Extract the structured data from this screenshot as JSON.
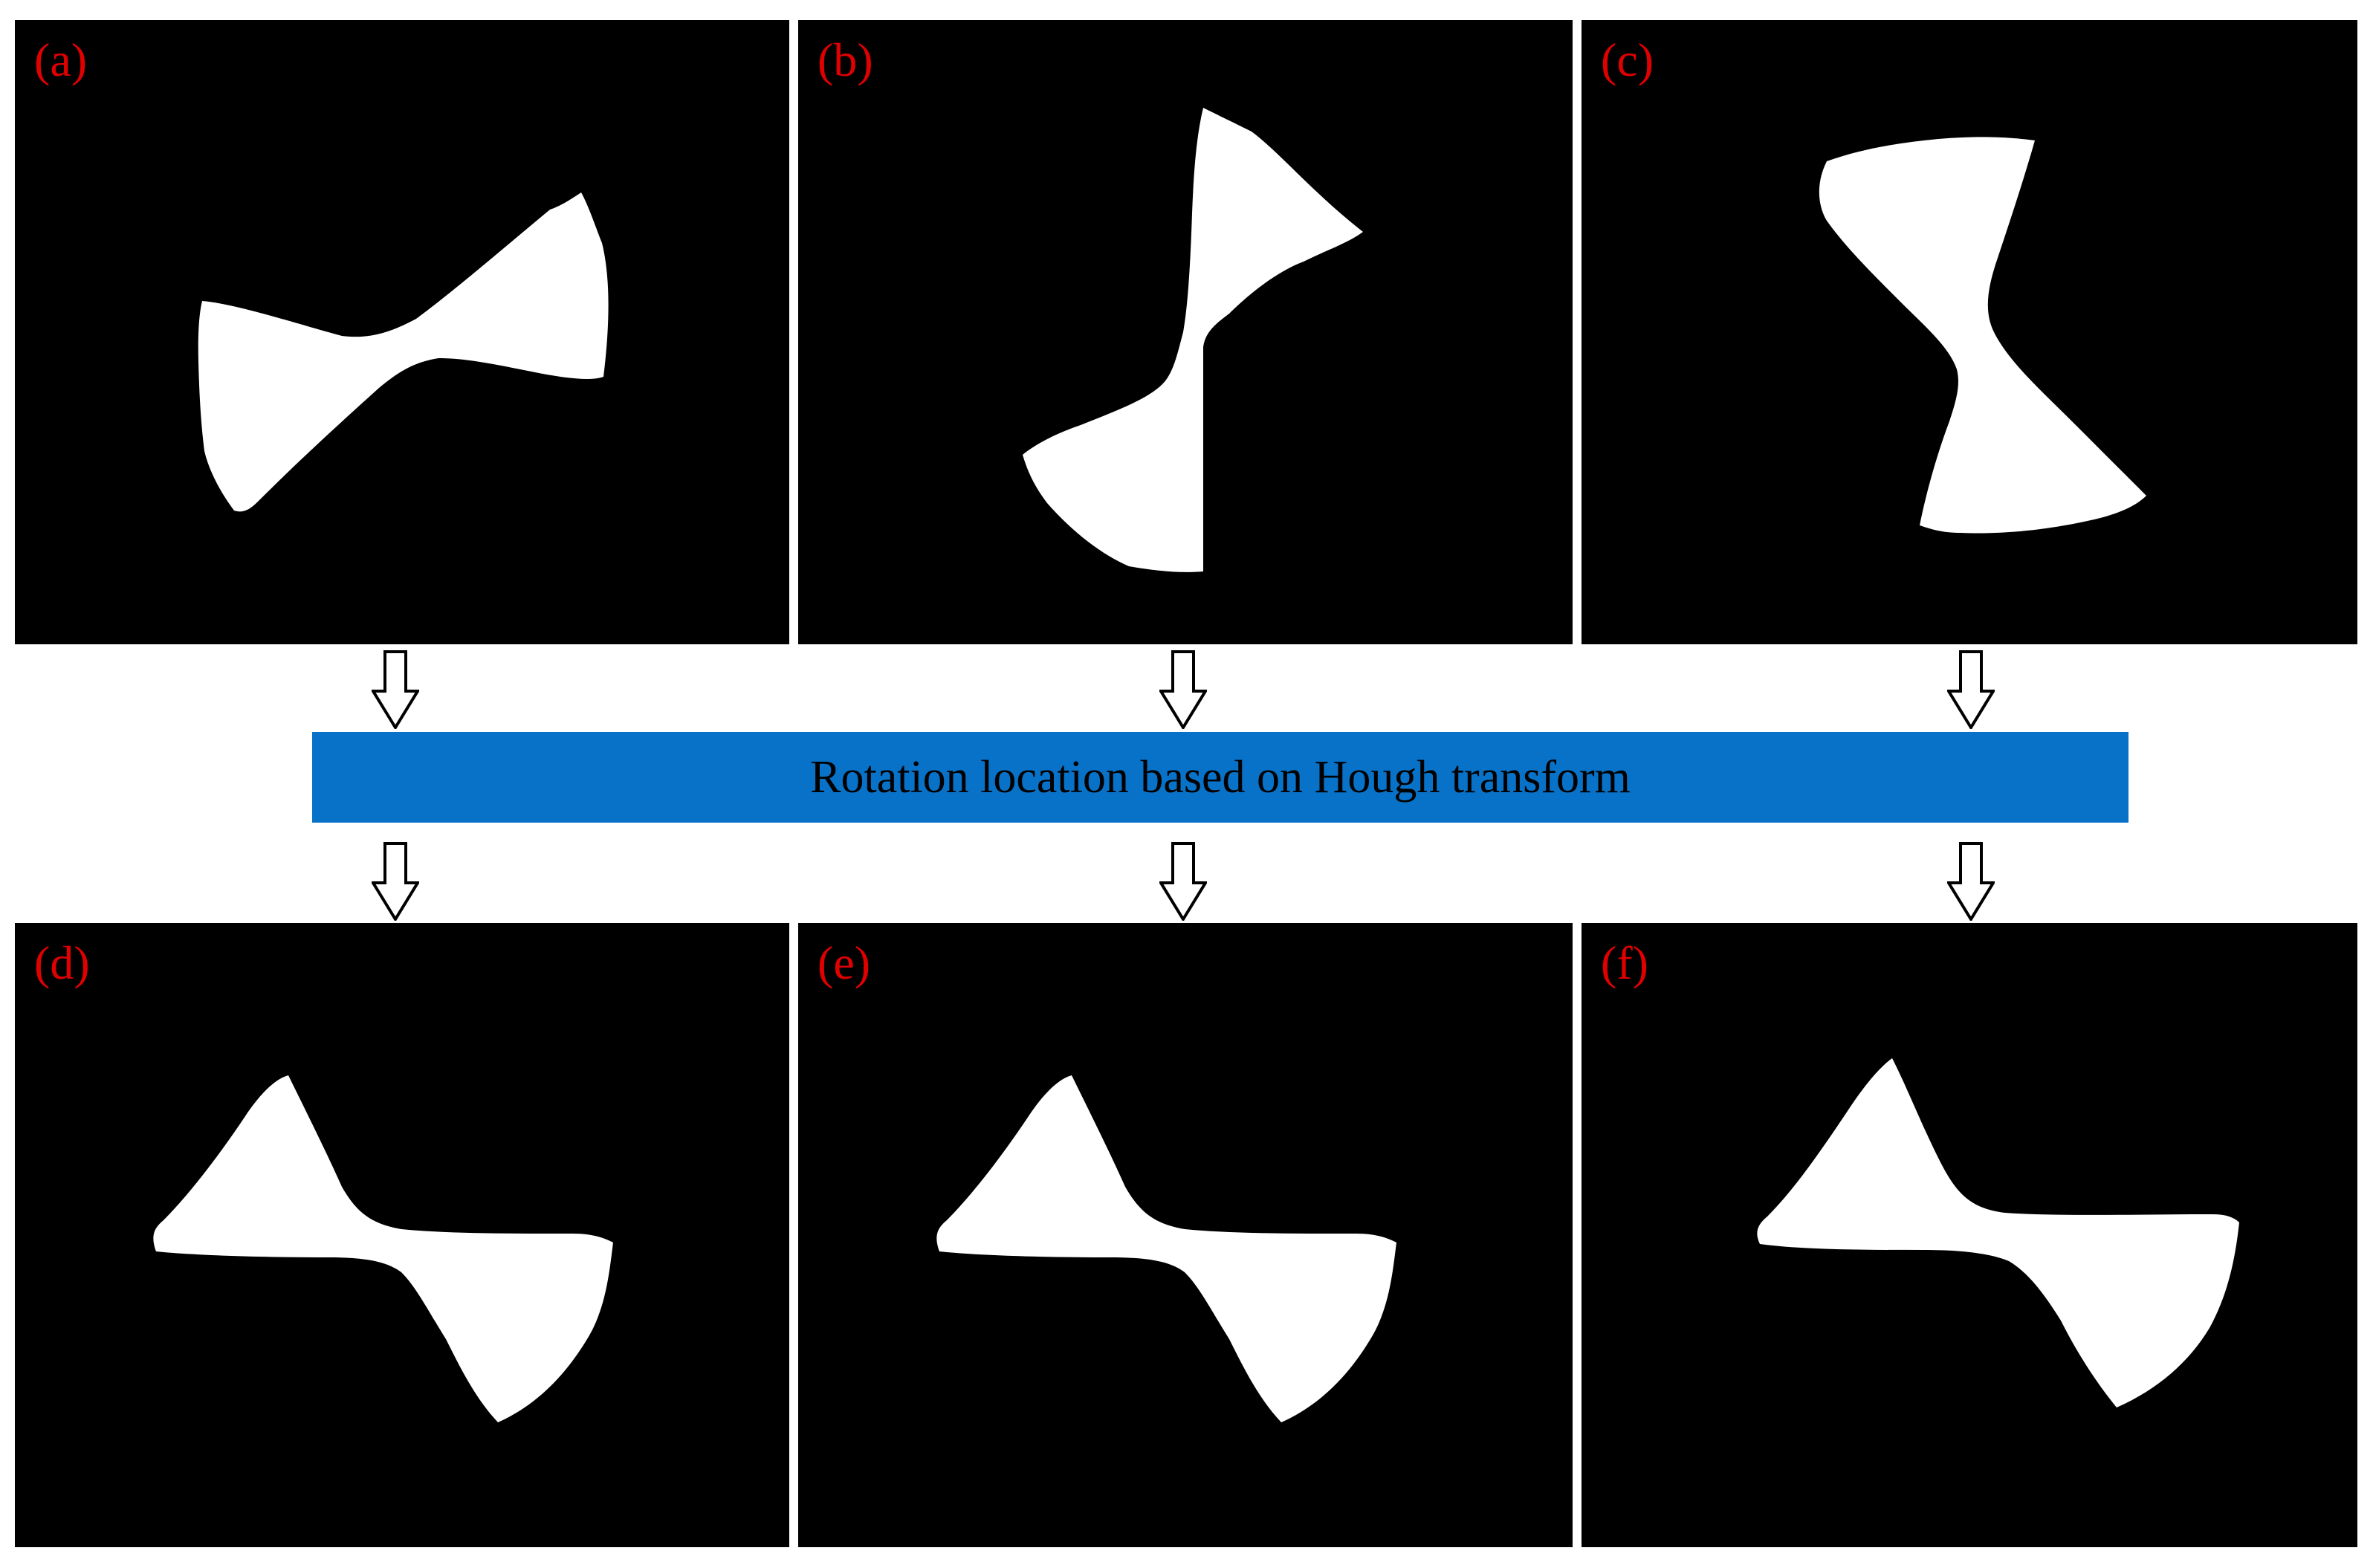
{
  "panels": [
    {
      "label": "(a)"
    },
    {
      "label": "(b)"
    },
    {
      "label": "(c)"
    },
    {
      "label": "(d)"
    },
    {
      "label": "(e)"
    },
    {
      "label": "(f)"
    }
  ],
  "process_step": {
    "label": "Rotation location based on Hough transform"
  },
  "colors": {
    "panel_background": "#000000",
    "shape_fill": "#ffffff",
    "label_text": "#e00000",
    "banner_fill": "#0872c8",
    "arrow_stroke": "#000000",
    "arrow_fill": "#ffffff"
  }
}
